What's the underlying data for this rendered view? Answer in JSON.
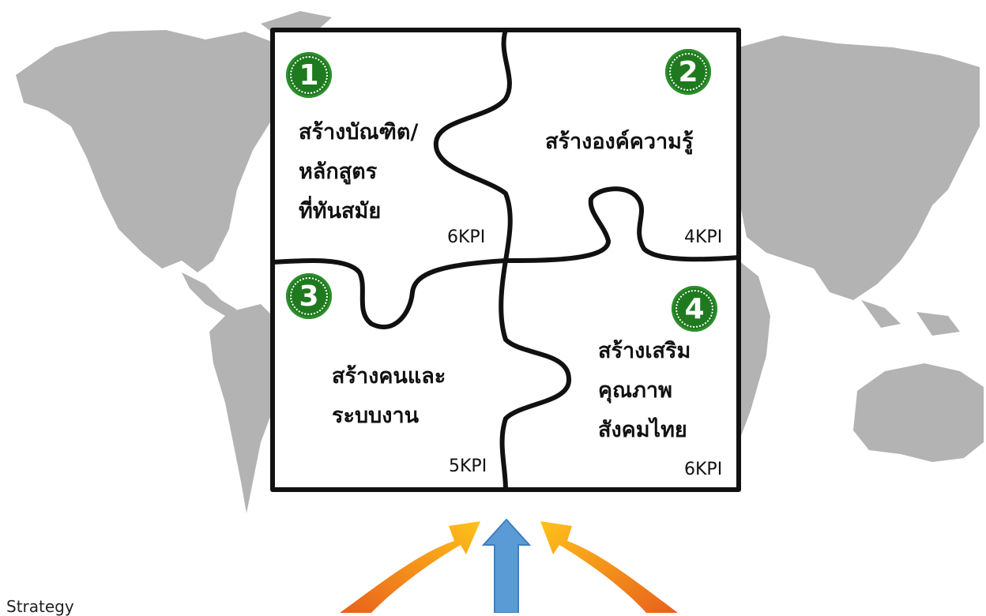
{
  "pieces": [
    {
      "number": "1",
      "lines": [
        "สร้างบัณฑิต/",
        "หลักสูตร",
        "ที่ทันสมัย"
      ],
      "kpi": "6KPI"
    },
    {
      "number": "2",
      "lines": [
        "สร้างองค์ความรู้"
      ],
      "kpi": "4KPI"
    },
    {
      "number": "3",
      "lines": [
        "สร้างคนและ",
        "ระบบงาน"
      ],
      "kpi": "5KPI"
    },
    {
      "number": "4",
      "lines": [
        "สร้างเสริม",
        "คุณภาพ",
        "สังคมไทย"
      ],
      "kpi": "6KPI"
    }
  ],
  "footer": {
    "strategy_label": "Strategy"
  },
  "colors": {
    "map": "#b3b3b3",
    "badge": "#1f7a1f",
    "outline": "#111111",
    "arrow_center": "#5b9bd5",
    "arrow_side": "#f5a623"
  }
}
